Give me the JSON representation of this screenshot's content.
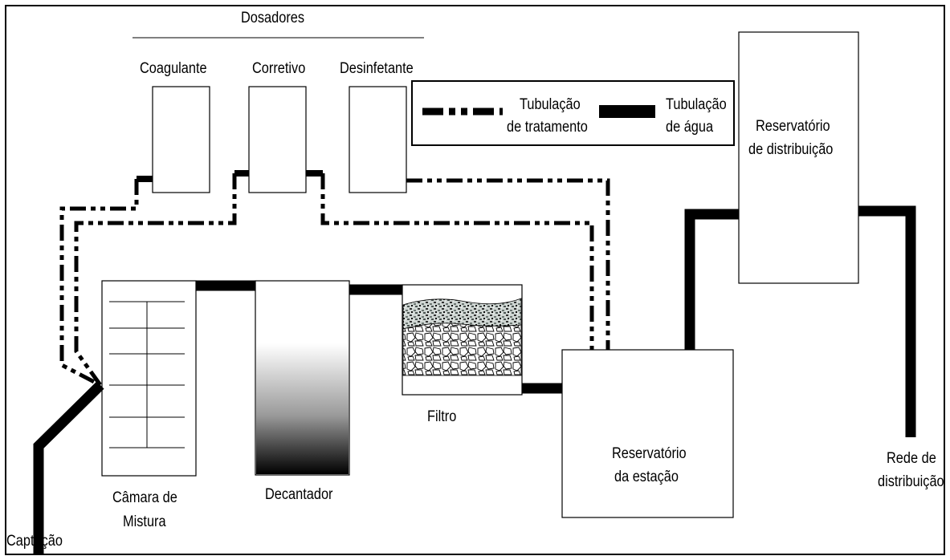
{
  "title": "Dosadores",
  "dosers": {
    "coagulant": "Coagulante",
    "corrective": "Corretivo",
    "disinfectant": "Desinfetante"
  },
  "legend": {
    "treatment_line1": "Tubulação",
    "treatment_line2": "de tratamento",
    "water_line1": "Tubulação",
    "water_line2": "de água"
  },
  "units": {
    "mixing_line1": "Câmara de",
    "mixing_line2": "Mistura",
    "decanter": "Decantador",
    "filter": "Filtro",
    "station_res_line1": "Reservatório",
    "station_res_line2": "da estação",
    "dist_res_line1": "Reservatório",
    "dist_res_line2": "de distribuição",
    "network_line1": "Rede de",
    "network_line2": "distribuição",
    "intake": "Captação"
  },
  "colors": {
    "line": "#000000",
    "background": "#ffffff"
  }
}
